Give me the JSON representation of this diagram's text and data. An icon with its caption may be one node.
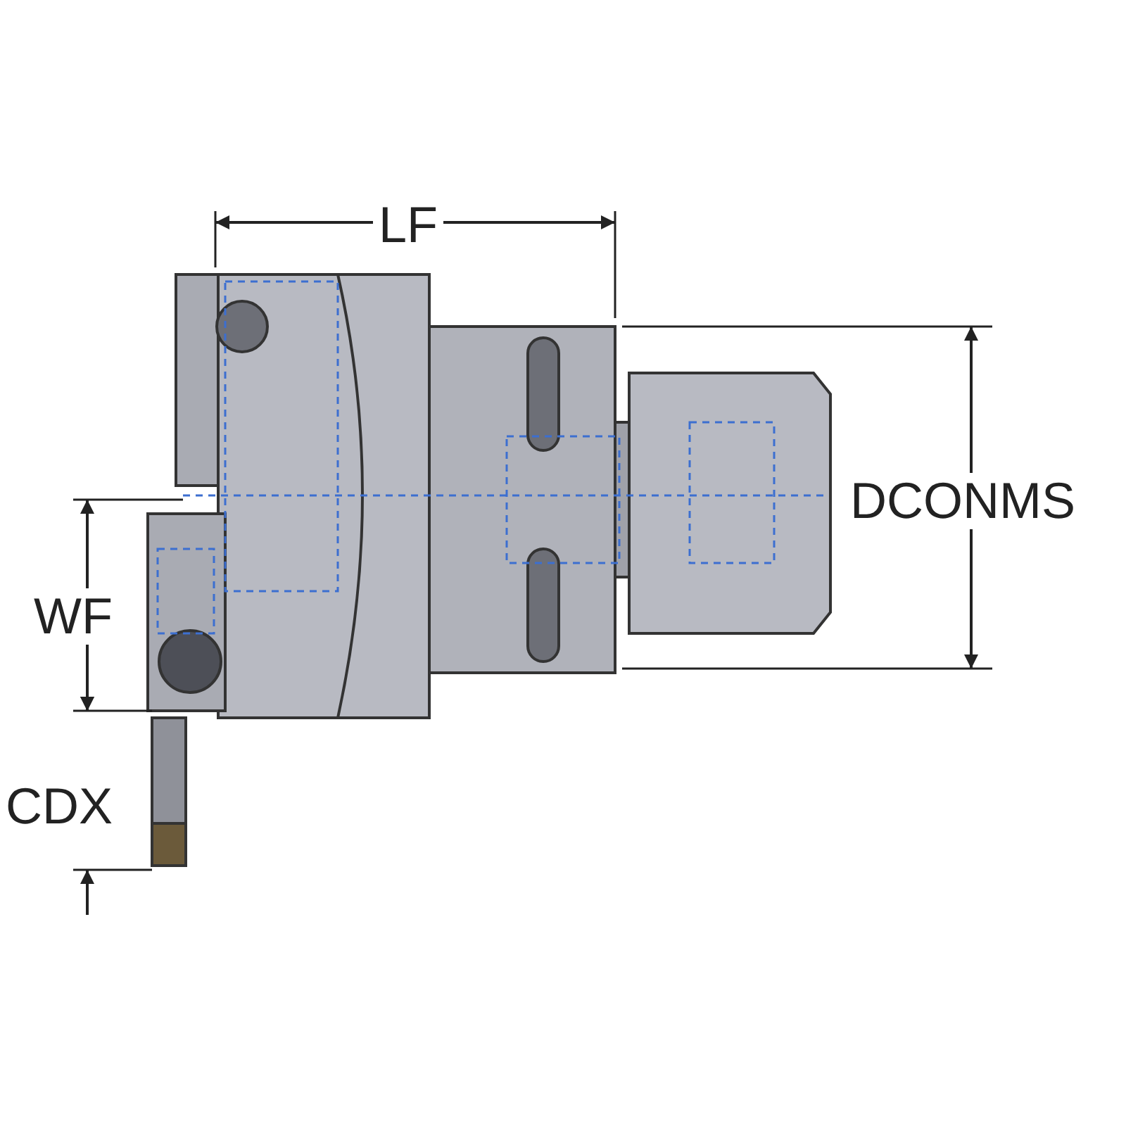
{
  "diagram": {
    "labels": [
      "LF",
      "DCONMS",
      "WF",
      "CDX"
    ]
  }
}
